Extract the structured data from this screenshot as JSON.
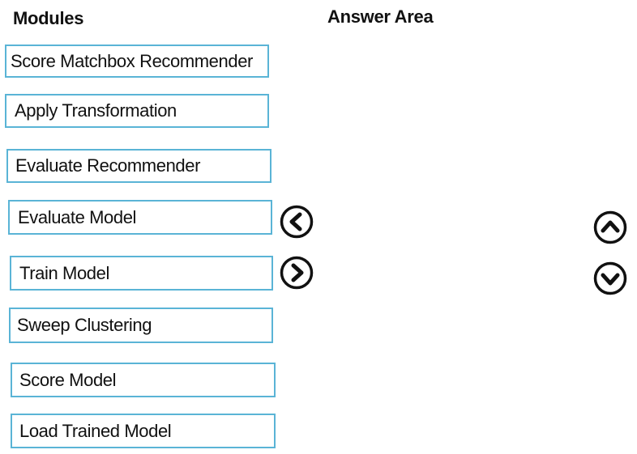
{
  "modules_panel": {
    "title": "Modules",
    "items": [
      {
        "label": "Score Matchbox Recommender"
      },
      {
        "label": "Apply Transformation"
      },
      {
        "label": "Evaluate Recommender"
      },
      {
        "label": "Evaluate Model"
      },
      {
        "label": "Train Model"
      },
      {
        "label": "Sweep Clustering"
      },
      {
        "label": "Score Model"
      },
      {
        "label": "Load Trained Model"
      }
    ]
  },
  "answer_area": {
    "title": "Answer Area",
    "items": []
  },
  "controls": {
    "move_left_icon": "chevron-left-circle-icon",
    "move_right_icon": "chevron-right-circle-icon",
    "move_up_icon": "chevron-up-circle-icon",
    "move_down_icon": "chevron-down-circle-icon"
  },
  "colors": {
    "module_border": "#5ab4d6",
    "text": "#111111",
    "background": "#ffffff"
  }
}
